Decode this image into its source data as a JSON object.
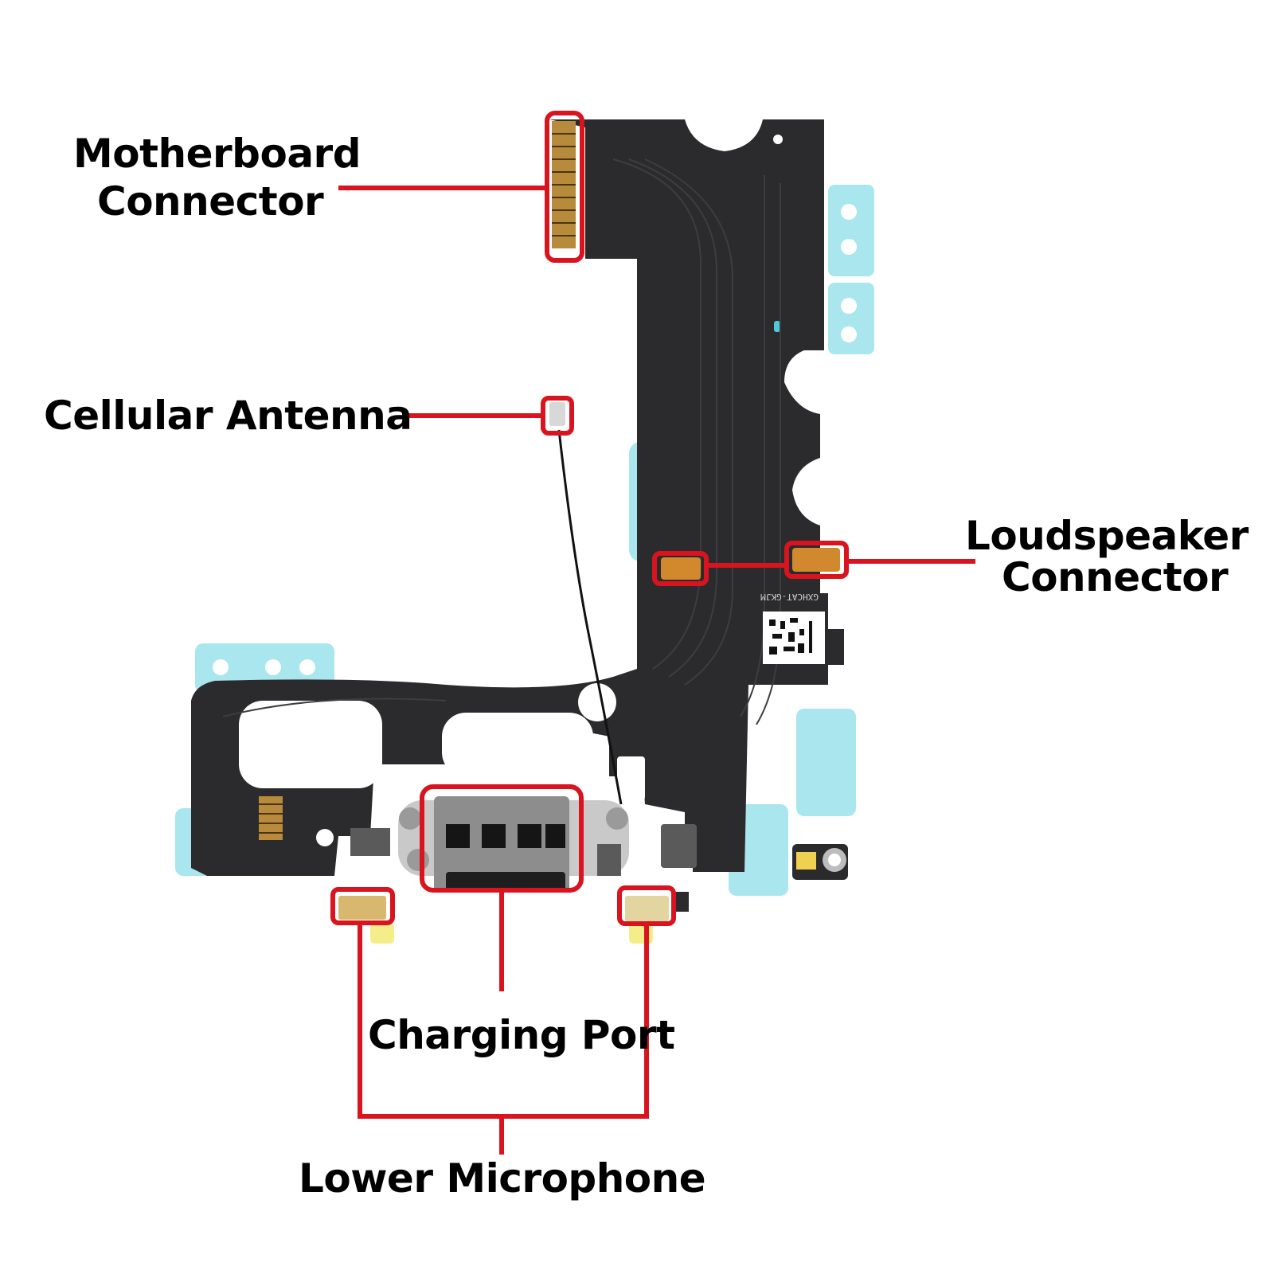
{
  "colors": {
    "callout_red": "#d9141e",
    "flex_black": "#2b2b2d",
    "adhesive_blue": "#a9e6ee",
    "contact_orange": "#d2892e",
    "connector_gold": "#b88a3c",
    "port_silver": "#c9c9c9"
  },
  "labels": {
    "motherboard_line1": "Motherboard",
    "motherboard_line2": "Connector",
    "cellular_antenna": "Cellular Antenna",
    "loudspeaker_line1": "Loudspeaker",
    "loudspeaker_line2": "Connector",
    "charging_port": "Charging Port",
    "lower_microphone": "Lower Microphone"
  },
  "board": {
    "label_text": "GXHCAT-GKJM"
  }
}
